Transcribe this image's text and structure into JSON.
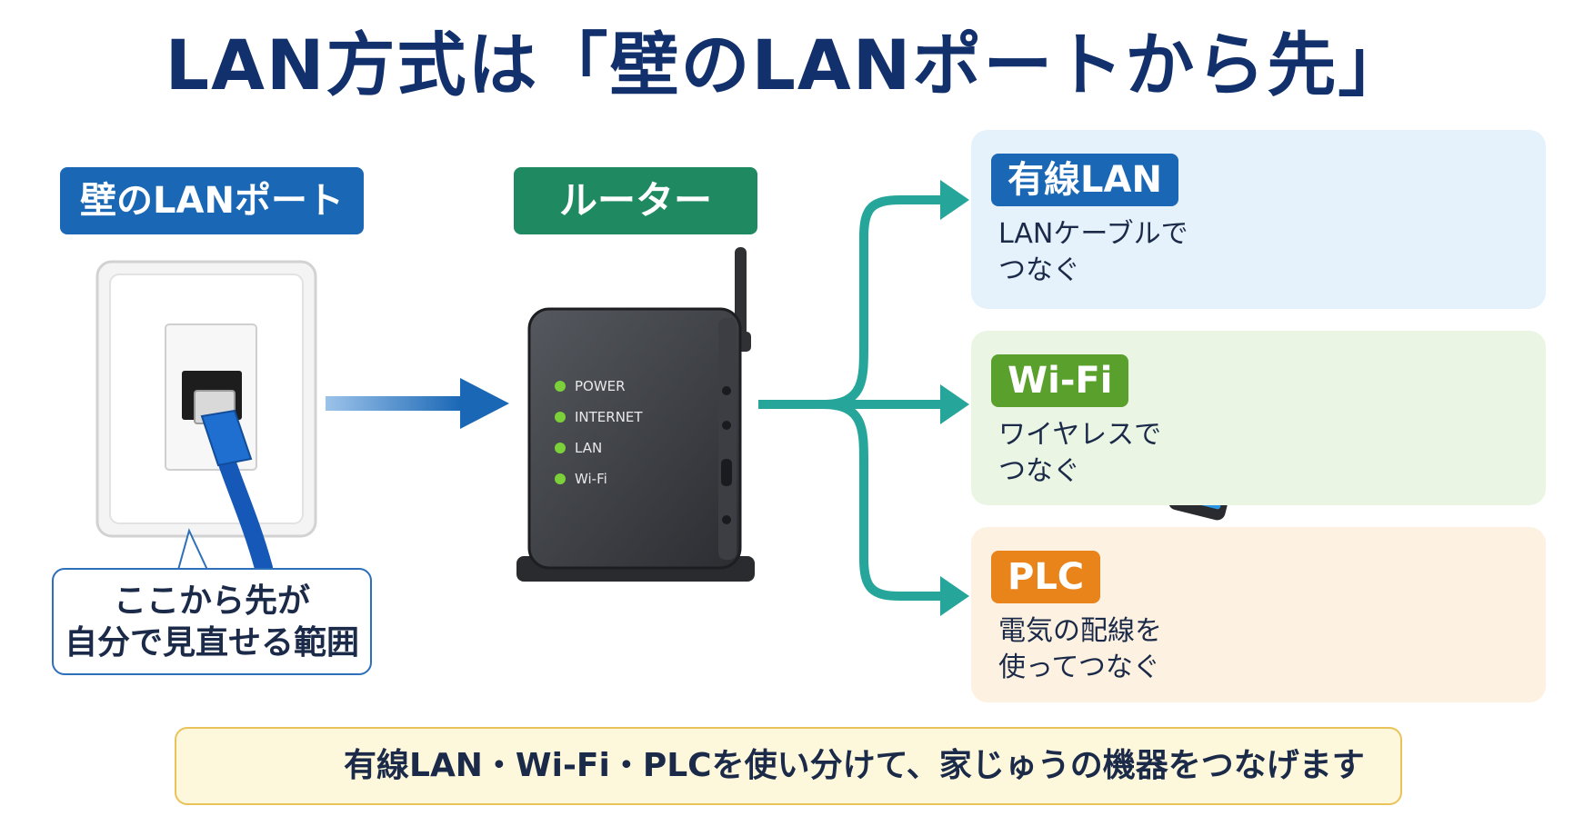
{
  "title": "LAN方式は「壁のLANポートから先」",
  "wall": {
    "label": "壁のLANポート",
    "callout_line1": "ここから先が",
    "callout_line2": "自分で見直せる範囲"
  },
  "router": {
    "label": "ルーター",
    "leds": [
      "POWER",
      "INTERNET",
      "LAN",
      "Wi-Fi"
    ]
  },
  "methods": [
    {
      "label": "有線LAN",
      "desc_line1": "LANケーブルで",
      "desc_line2": "つなぐ"
    },
    {
      "label": "Wi-Fi",
      "desc_line1": "ワイヤレスで",
      "desc_line2": "つなぐ"
    },
    {
      "label": "PLC",
      "desc_line1": "電気の配線を",
      "desc_line2": "使ってつなぐ"
    }
  ],
  "footer": {
    "icon": "lightbulb-icon",
    "text": "有線LAN・Wi-Fi・PLCを使い分けて、家じゅうの機器をつなげます"
  },
  "colors": {
    "title": "#12306b",
    "wall_tag": "#1a67b5",
    "router_tag": "#1f8a62",
    "arrow_blue": "#1a67b5",
    "arrow_teal": "#26a69a",
    "wired": "#1a67b5",
    "wifi": "#5aa02c",
    "plc": "#e8841a",
    "led": "#7cd13a"
  }
}
